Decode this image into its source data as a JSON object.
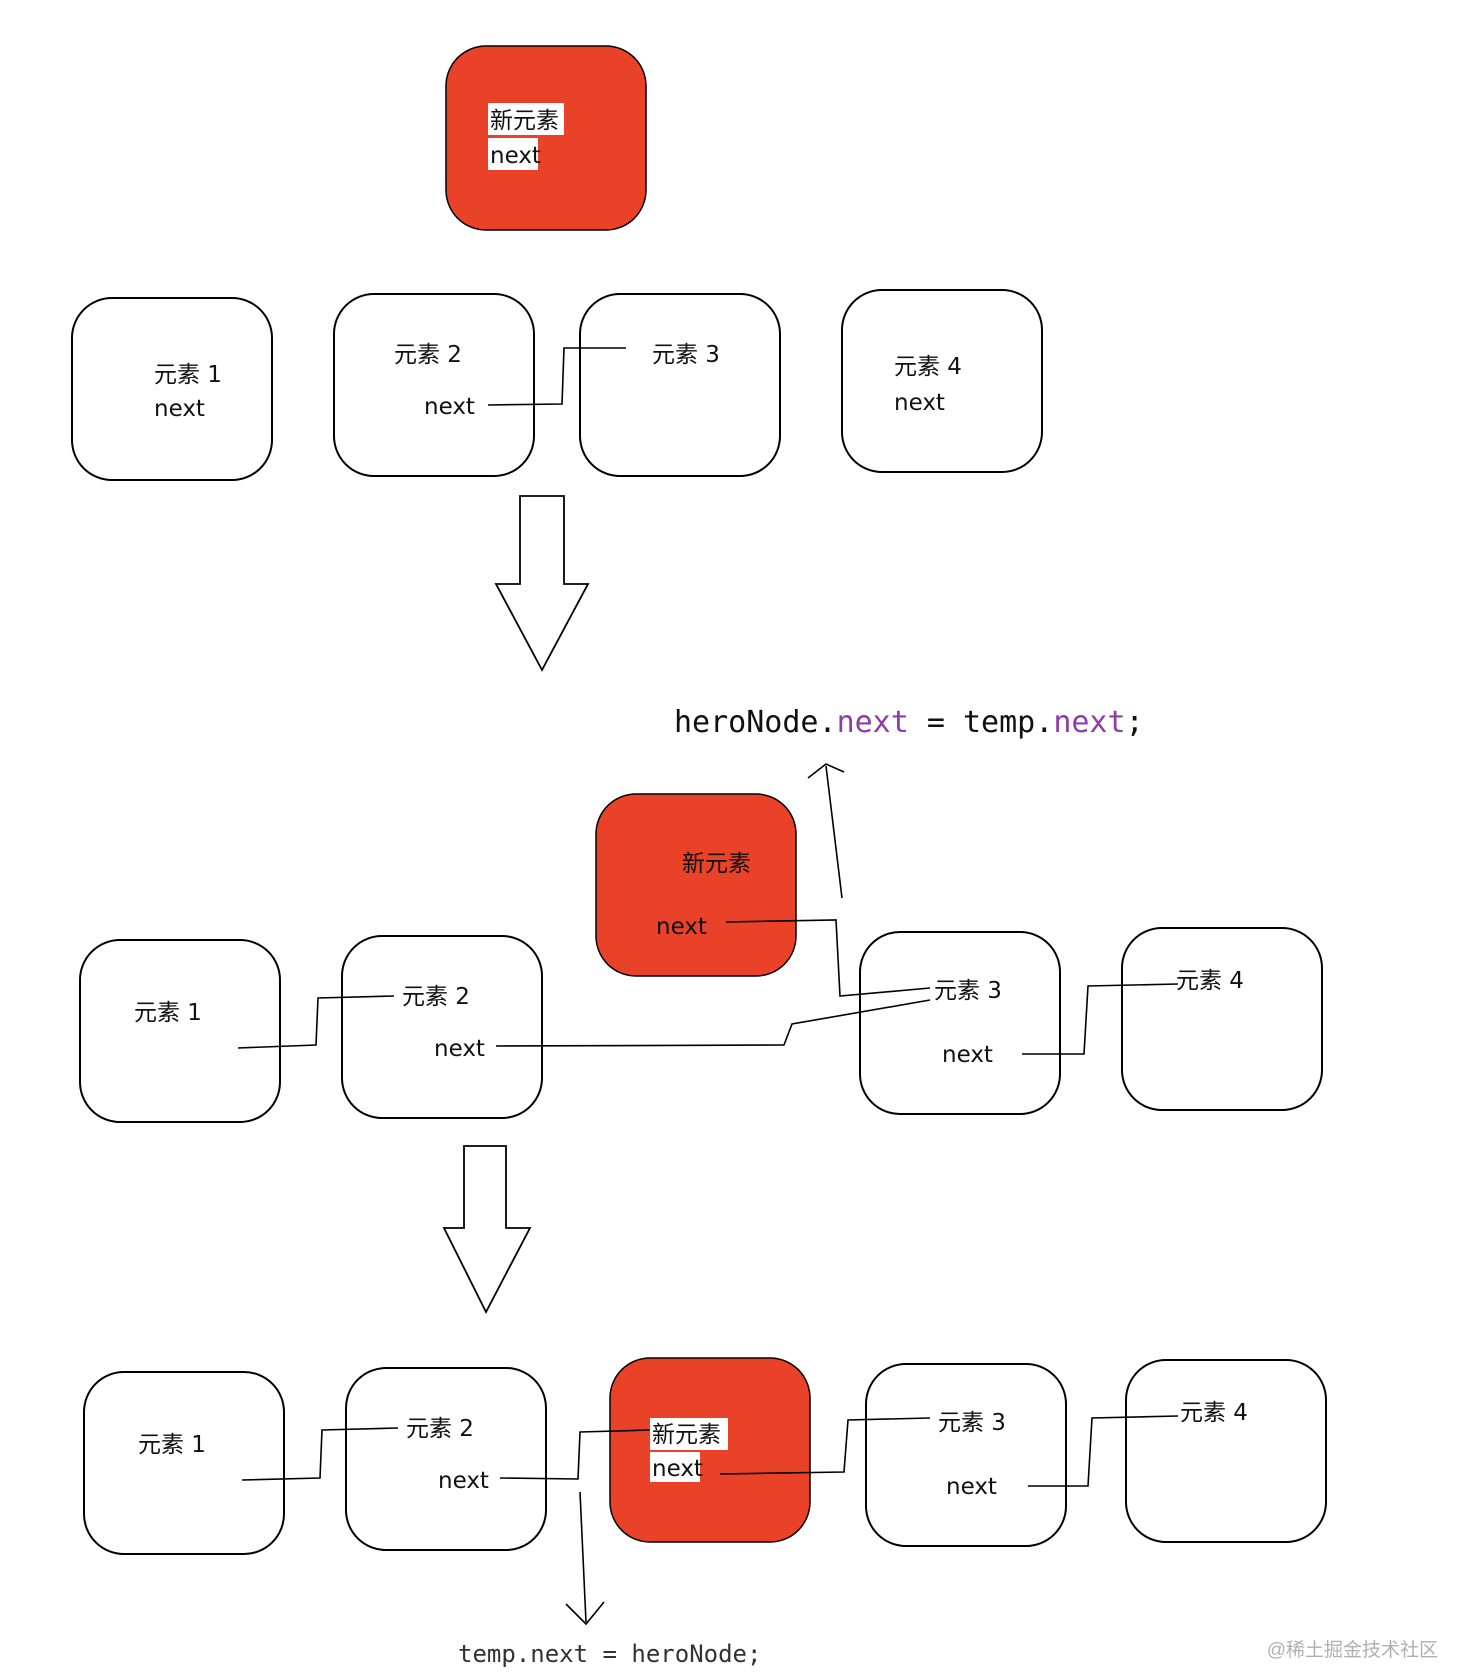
{
  "colors": {
    "accent_red": "#ea4129",
    "keyword_purple": "#8e3bab"
  },
  "section1": {
    "new_node": {
      "title": "新元素",
      "next": "next"
    },
    "nodes": [
      {
        "title": "元素 1",
        "next": "next"
      },
      {
        "title": "元素 2",
        "next": "next"
      },
      {
        "title": "元素 3"
      },
      {
        "title": "元素 4",
        "next": "next"
      }
    ]
  },
  "section2": {
    "code": {
      "lhs": "heroNode.",
      "lhs_kw": "next",
      "op": " = ",
      "rhs": "temp.",
      "rhs_kw": "next",
      "end": ";"
    },
    "new_node": {
      "title": "新元素",
      "next": "next"
    },
    "nodes": [
      {
        "title": "元素 1"
      },
      {
        "title": "元素 2",
        "next": "next"
      },
      {
        "title": "元素 3",
        "next": "next"
      },
      {
        "title": "元素 4"
      }
    ]
  },
  "section3": {
    "new_node": {
      "title": "新元素",
      "next": "next"
    },
    "nodes": [
      {
        "title": "元素 1"
      },
      {
        "title": "元素 2",
        "next": "next"
      },
      {
        "title": "元素 3",
        "next": "next"
      },
      {
        "title": "元素 4"
      }
    ],
    "code": "temp.next = heroNode;"
  },
  "watermark": "@稀土掘金技术社区"
}
